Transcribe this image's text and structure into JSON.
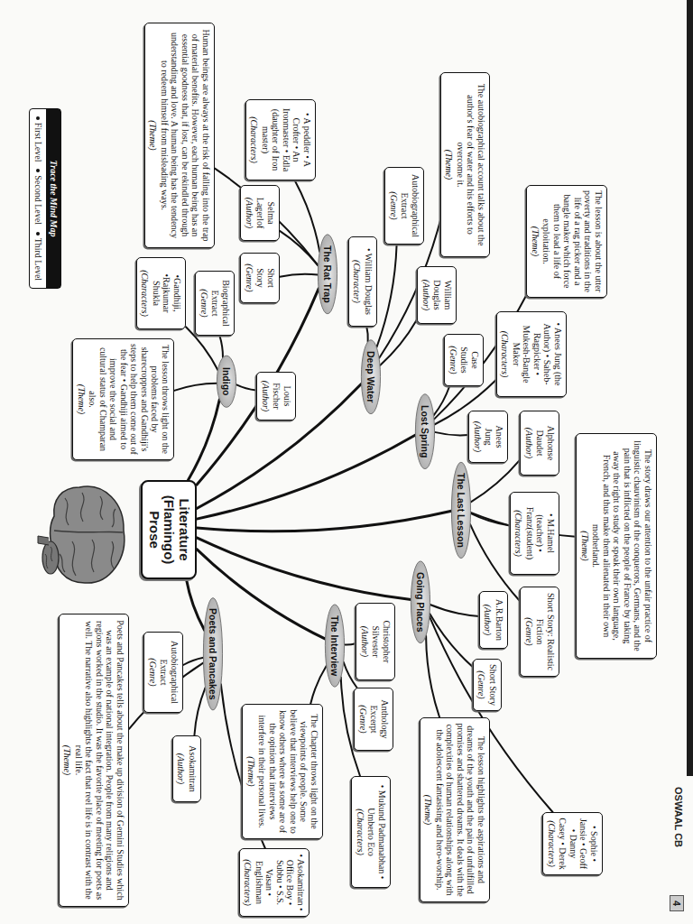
{
  "diagram": {
    "nodes": [
      {
        "text": [
          "Literature (Flamingo) Prose"
        ]
      },
      {
        "text": [
          "The Rat Trap"
        ]
      },
      {
        "text": [
          "Human beings are always at the risk of falling into the trap of material benefits. However, each human being has an essential goodness that, if lost, can be rekindled through understanding and love. A human being has the tendency to redeem himself from misleading ways.",
          "(Theme)"
        ]
      },
      {
        "text": [
          "• A peddler • A Crofter • An Ironmaster • Edla (daughter of Iron master)",
          "(Characters)"
        ]
      },
      {
        "text": [
          "Selma Lagerlof",
          "(Author)"
        ]
      },
      {
        "text": [
          "Short Story",
          "(Genre)"
        ]
      },
      {
        "text": [
          "Deep Water"
        ]
      },
      {
        "text": [
          "The autobiographical account talks about the author's fear of water and his efforts to overcome it.",
          "(Theme)"
        ]
      },
      {
        "text": [
          "Autobiographical Extract",
          "(Genre)"
        ]
      },
      {
        "text": [
          "William Douglas",
          "(Author)"
        ]
      },
      {
        "text": [
          "• William Douglas",
          "(Character)"
        ]
      },
      {
        "text": [
          "Lost Spring"
        ]
      },
      {
        "text": [
          "The lesson is about the utter poverty and traditions in the life of a rag picker and a bangle maker which force them to lead a life of exploitation.",
          "(Theme)"
        ]
      },
      {
        "text": [
          "• Anees Jung (the Author) • Saheb- Ragpicker • Mukesh-Bangle Maker",
          "(Characters)"
        ]
      },
      {
        "text": [
          "Case Studies",
          "(Genre)"
        ]
      },
      {
        "text": [
          "Anees Jung",
          "(Author)"
        ]
      },
      {
        "text": [
          "Indigo"
        ]
      },
      {
        "text": [
          "The lesson throws light on the problems faced by sharecroppers and Gandhiji's steps to help them come out of the fear • Gandhiji aimed to improve the social and cultural status of Champaran also.",
          "(Theme)"
        ]
      },
      {
        "text": [
          "•Gandhiji, •Rajkumar Shukla",
          "(Characters)"
        ]
      },
      {
        "text": [
          "Biographical Extract",
          "(Genre)"
        ]
      },
      {
        "text": [
          "Louis Fischer",
          "(Author)"
        ]
      },
      {
        "text": [
          "The Last Lesson"
        ]
      },
      {
        "text": [
          "The story draws our attention to the unfair practice of linguistic chauvinism of the conquerors, Germans, and the pain that is inflicted on the people of France by taking away the right to study or speak their own language, French, and thus make them alienated in their own motherland.",
          "(Theme)"
        ]
      },
      {
        "text": [
          "• M.Hamel (teacher) • Franz(student)",
          "(Characters)"
        ]
      },
      {
        "text": [
          "Short Story: Realistic Fiction",
          "(Genre)"
        ]
      },
      {
        "text": [
          "Alphonse Daudet",
          "(Author)"
        ]
      },
      {
        "text": [
          "Going Places"
        ]
      },
      {
        "text": [
          "The lesson highlights the aspirations and dreams of the youth and the pain of unfulfilled promises and shattered dreams. It deals with the complexities of human relationships along with the adolescent fantasising and hero-worship.",
          "(Theme)"
        ]
      },
      {
        "text": [
          "• Sophie • Jansie • Geoff • Danny Casey • Derek",
          "(Characters)"
        ]
      },
      {
        "text": [
          "Short Story",
          "(Genre)"
        ]
      },
      {
        "text": [
          "A.R.Barton",
          "(Author)"
        ]
      },
      {
        "text": [
          "The Interview"
        ]
      },
      {
        "text": [
          "The Chapter throws light on the viewpoints of people. Some believe that interviews help one to know others where as some are of the opinion that interviews interfere in their personal lives.",
          "(Theme)"
        ]
      },
      {
        "text": [
          "• Mukund Padmanabhan • Umberto Eco",
          "(Characters)"
        ]
      },
      {
        "text": [
          "Anthology Excerpt",
          "(Genre)"
        ]
      },
      {
        "text": [
          "Christopher Silvester",
          "(Author)"
        ]
      },
      {
        "text": [
          "Poets and Pancakes"
        ]
      },
      {
        "text": [
          "Poets and Pancakes tells about the make up division of Gemini Studies which was an example of national integration. People from many religions and regions worked in the studio. It was the favorite place of meeting for poets as well. The narrative also highlights the fact that reel life is in contrast with the real life.",
          "(Theme)"
        ]
      },
      {
        "text": [
          "• Asokamitran • Office Boy • Subbu • S.S. Vasan • Englishman",
          "(Characters)"
        ]
      },
      {
        "text": [
          "Autobiographical Extract",
          "(Genre)"
        ]
      },
      {
        "text": [
          "Asokamitran",
          "(Author)"
        ]
      }
    ],
    "edges": [
      {
        "from": 0,
        "to": 1,
        "arrow": "none"
      },
      {
        "from": 0,
        "to": 6,
        "arrow": "none"
      },
      {
        "from": 0,
        "to": 11,
        "arrow": "none"
      },
      {
        "from": 0,
        "to": 16,
        "arrow": "none"
      },
      {
        "from": 0,
        "to": 21,
        "arrow": "none"
      },
      {
        "from": 0,
        "to": 26,
        "arrow": "none"
      },
      {
        "from": 0,
        "to": 31,
        "arrow": "none"
      },
      {
        "from": 0,
        "to": 36,
        "arrow": "none"
      },
      {
        "from": 1,
        "to": 2,
        "arrow": "none"
      },
      {
        "from": 1,
        "to": 3,
        "arrow": "none"
      },
      {
        "from": 1,
        "to": 4,
        "arrow": "none"
      },
      {
        "from": 1,
        "to": 5,
        "arrow": "none"
      },
      {
        "from": 6,
        "to": 7,
        "arrow": "none"
      },
      {
        "from": 6,
        "to": 8,
        "arrow": "none"
      },
      {
        "from": 6,
        "to": 9,
        "arrow": "none"
      },
      {
        "from": 6,
        "to": 10,
        "arrow": "none"
      },
      {
        "from": 11,
        "to": 12,
        "arrow": "none"
      },
      {
        "from": 11,
        "to": 13,
        "arrow": "none"
      },
      {
        "from": 11,
        "to": 14,
        "arrow": "none"
      },
      {
        "from": 11,
        "to": 15,
        "arrow": "none"
      },
      {
        "from": 16,
        "to": 17,
        "arrow": "none"
      },
      {
        "from": 16,
        "to": 18,
        "arrow": "none"
      },
      {
        "from": 16,
        "to": 19,
        "arrow": "none"
      },
      {
        "from": 16,
        "to": 20,
        "arrow": "none"
      },
      {
        "from": 21,
        "to": 22,
        "arrow": "none"
      },
      {
        "from": 21,
        "to": 23,
        "arrow": "none"
      },
      {
        "from": 21,
        "to": 24,
        "arrow": "none"
      },
      {
        "from": 21,
        "to": 25,
        "arrow": "none"
      },
      {
        "from": 26,
        "to": 27,
        "arrow": "none"
      },
      {
        "from": 26,
        "to": 28,
        "arrow": "none"
      },
      {
        "from": 26,
        "to": 29,
        "arrow": "none"
      },
      {
        "from": 26,
        "to": 30,
        "arrow": "none"
      },
      {
        "from": 31,
        "to": 32,
        "arrow": "none"
      },
      {
        "from": 31,
        "to": 33,
        "arrow": "none"
      },
      {
        "from": 31,
        "to": 34,
        "arrow": "none"
      },
      {
        "from": 31,
        "to": 35,
        "arrow": "none"
      },
      {
        "from": 36,
        "to": 37,
        "arrow": "none"
      },
      {
        "from": 36,
        "to": 38,
        "arrow": "none"
      },
      {
        "from": 36,
        "to": 39,
        "arrow": "none"
      },
      {
        "from": 36,
        "to": 40,
        "arrow": "none"
      }
    ],
    "labels": [
      "Trace the Mind Map",
      "OSWAAL CB",
      "4"
    ],
    "legend": [
      {
        "text": "First Level"
      },
      {
        "text": "Second Level"
      },
      {
        "text": "Third Level"
      }
    ]
  }
}
